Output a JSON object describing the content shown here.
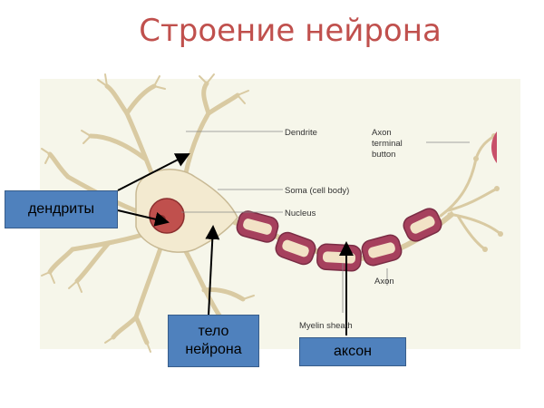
{
  "slide": {
    "title": "Строение нейрона"
  },
  "diagram": {
    "labels": {
      "dendrite": "Dendrite",
      "soma": "Soma (cell body)",
      "nucleus": "Nucleus",
      "axon_terminal_1": "Axon",
      "axon_terminal_2": "terminal",
      "axon_terminal_3": "button",
      "axon": "Axon",
      "myelin": "Myelin sheath"
    },
    "colors": {
      "cell": "#f3ead0",
      "cell_outline": "#c8b994",
      "nucleus": "#c0504d",
      "myelin": "#a6405d",
      "myelin_inner": "#f2e2c6",
      "panel": "#f6f6ea",
      "callout": "#4f81bd"
    }
  },
  "callouts": {
    "dendrites": "дендриты",
    "soma": "тело\nнейрона",
    "axon": "аксон"
  }
}
